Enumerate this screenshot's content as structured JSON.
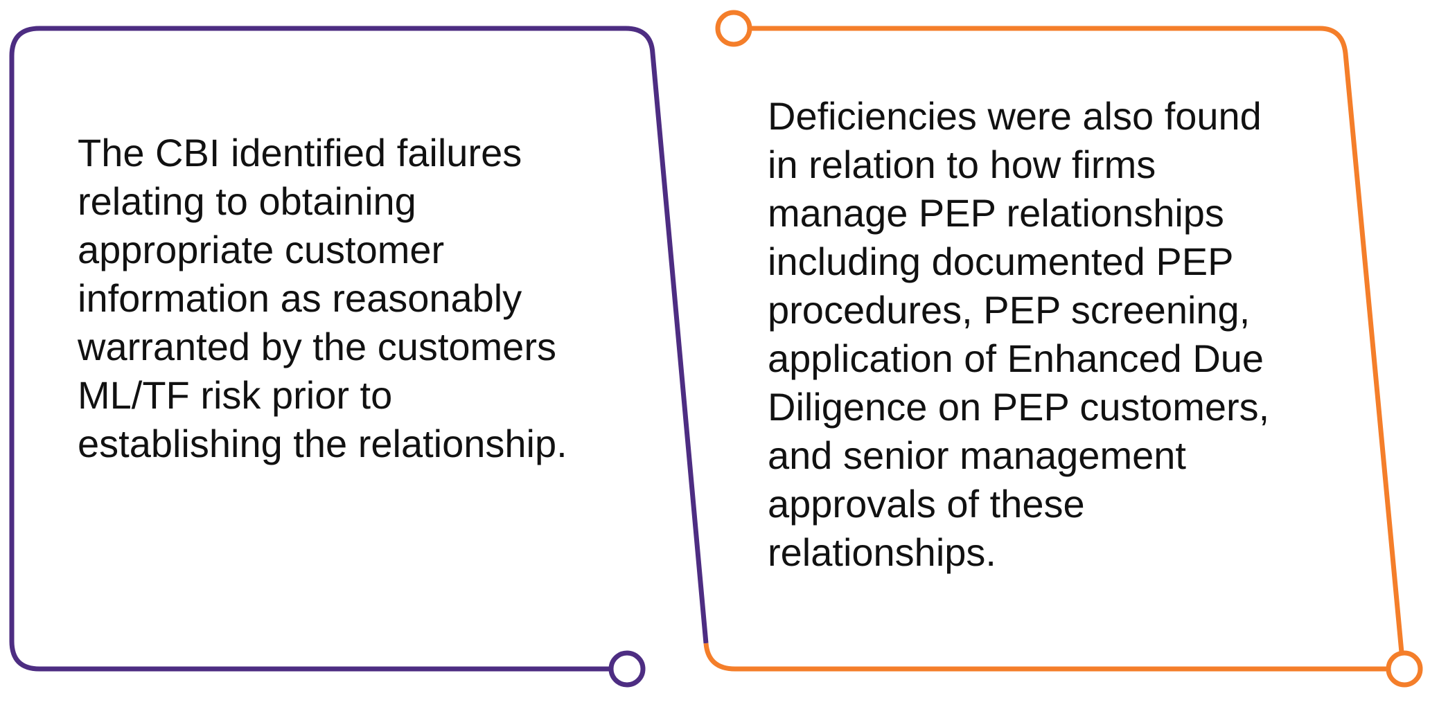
{
  "colors": {
    "left_accent": "#4D2D82",
    "right_accent": "#F47E2A",
    "text": "#111111"
  },
  "left_panel": {
    "lines": [
      "The CBI identified failures",
      "relating to obtaining",
      "appropriate customer",
      "information as reasonably",
      "warranted by the customers",
      "ML/TF risk prior to",
      "establishing the relationship."
    ]
  },
  "right_panel": {
    "lines": [
      "Deficiencies were also found",
      "in relation to how firms",
      "manage PEP relationships",
      "including documented PEP",
      "procedures, PEP screening,",
      "application of Enhanced Due",
      "Diligence on PEP customers,",
      "and senior management",
      "approvals of these",
      "relationships."
    ]
  }
}
